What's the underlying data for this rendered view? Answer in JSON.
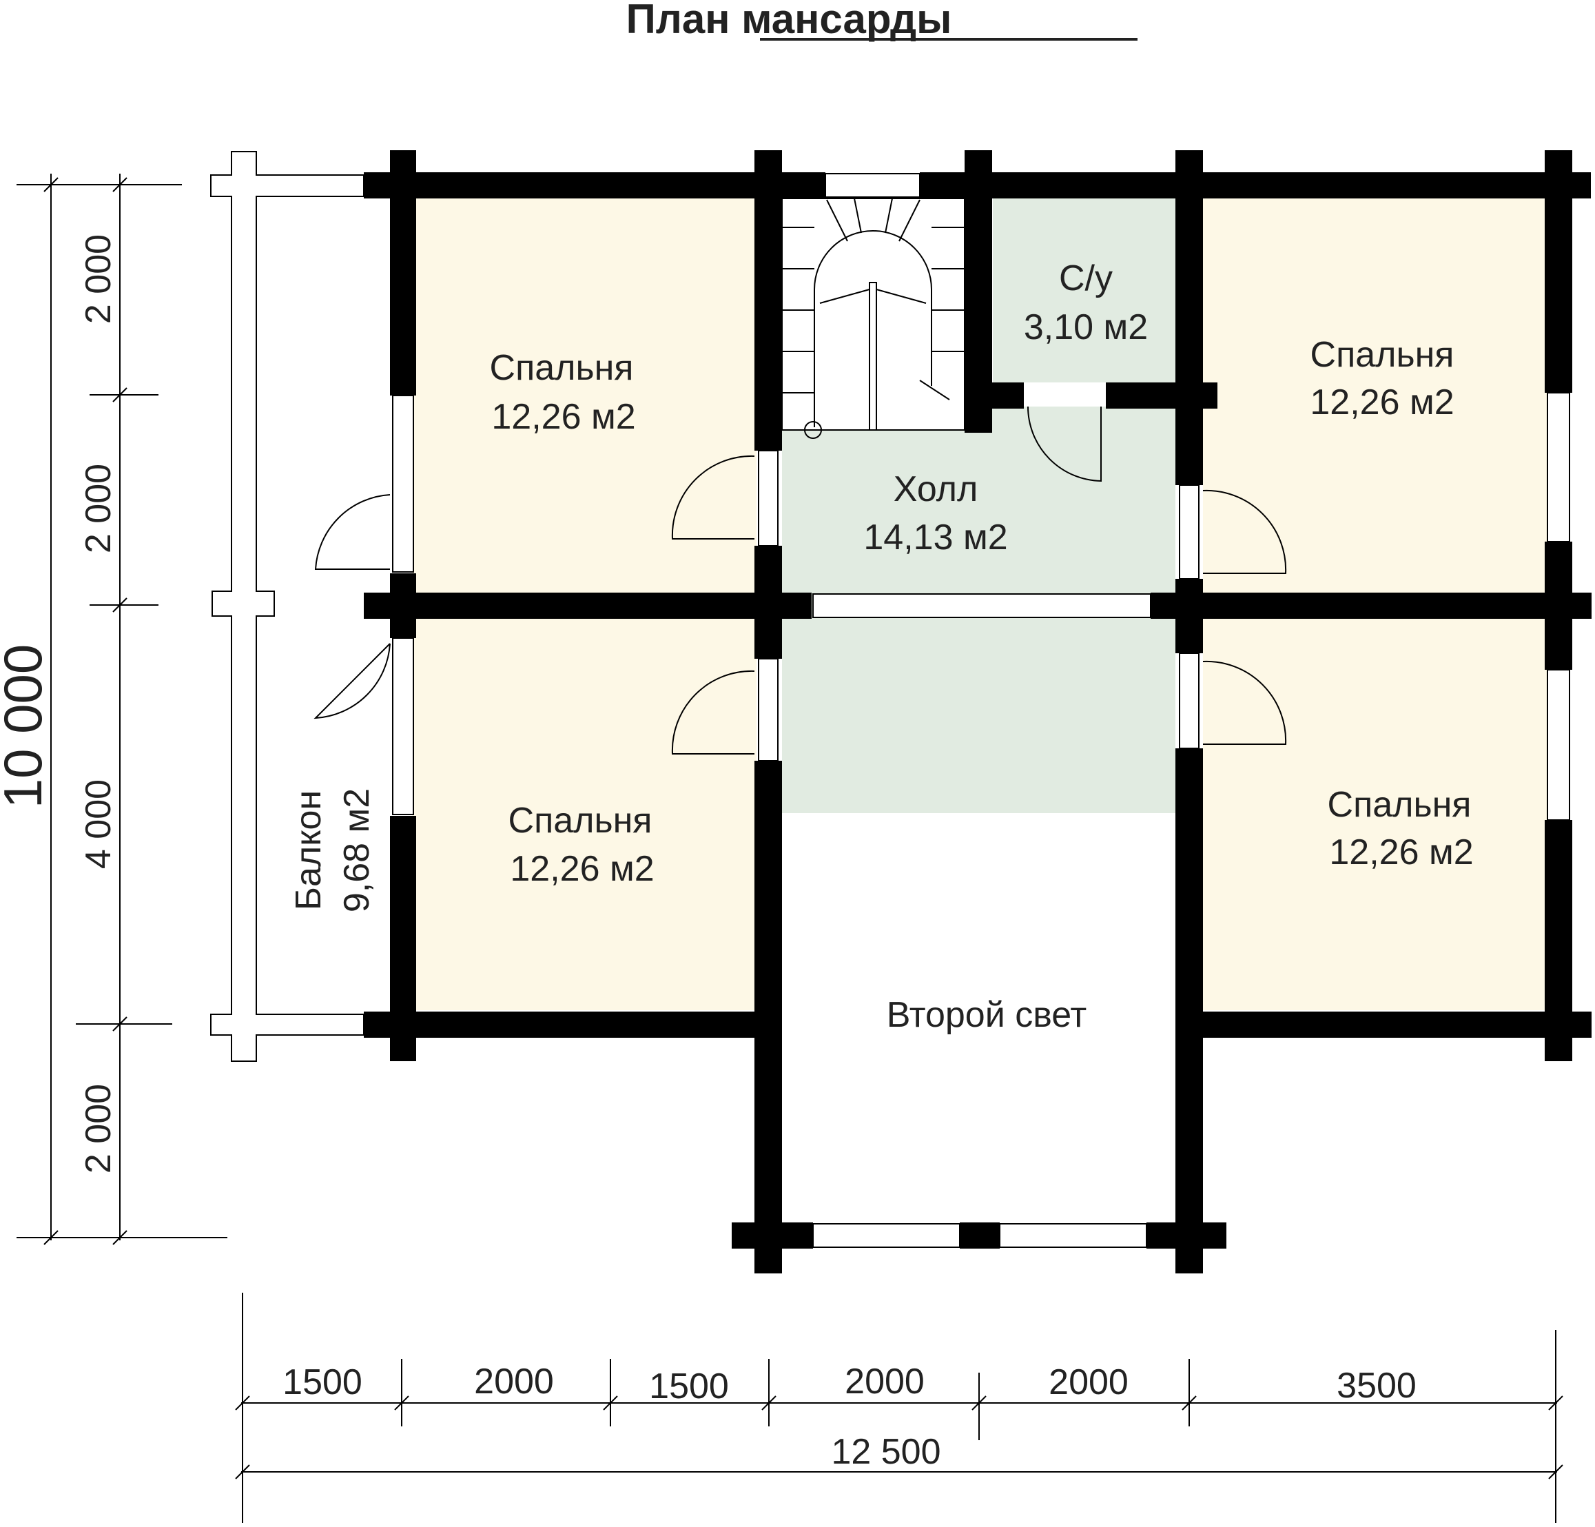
{
  "title": "План мансарды",
  "colors": {
    "bedroom": "#fdf8e6",
    "hall": "#e1ebe1",
    "wall": "#000000"
  },
  "rooms": [
    {
      "name": "Спальня",
      "area": "12,26 м2"
    },
    {
      "name": "С/у",
      "area": "3,10 м2"
    },
    {
      "name": "Спальня",
      "area": "12,26 м2"
    },
    {
      "name": "Холл",
      "area": "14,13 м2"
    },
    {
      "name": "Спальня",
      "area": "12,26 м2"
    },
    {
      "name": "Спальня",
      "area": "12,26 м2"
    },
    {
      "name": "Балкон",
      "area": "9,68 м2"
    },
    {
      "name": "Второй свет",
      "area": ""
    }
  ],
  "dimensions": {
    "left_total": "10 000",
    "left": [
      "2 000",
      "2 000",
      "4 000",
      "2 000"
    ],
    "bottom": [
      "1500",
      "2000",
      "1500",
      "2000",
      "2000",
      "3500"
    ],
    "bottom_total": "12 500"
  }
}
